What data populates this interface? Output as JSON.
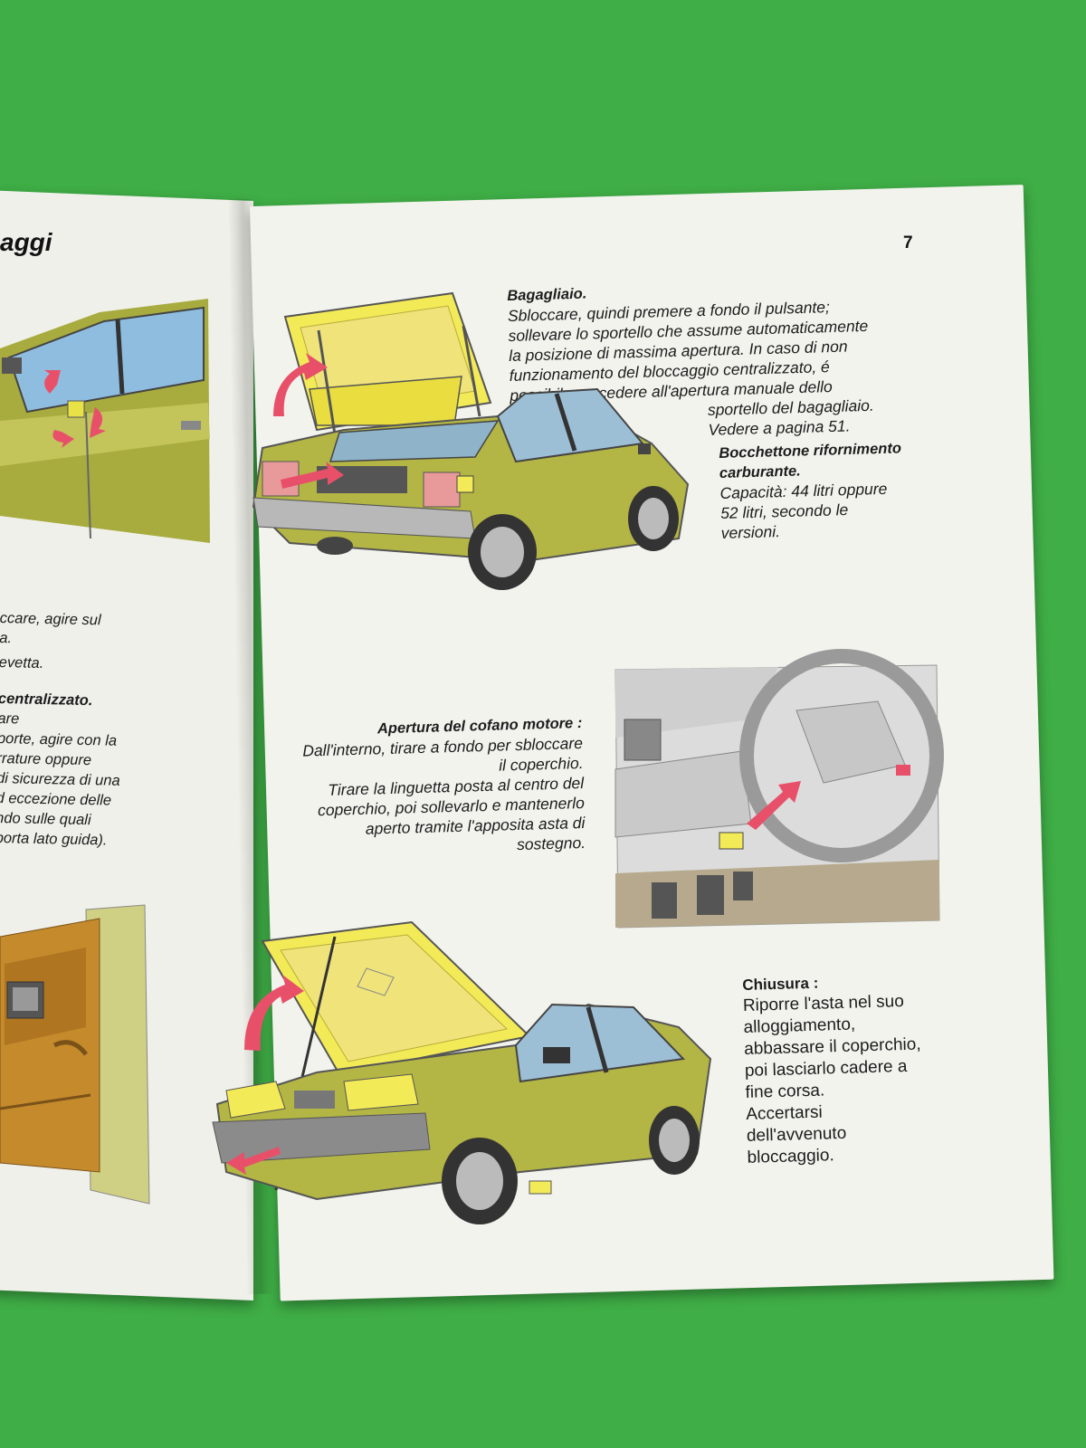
{
  "left_page": {
    "heading_fragment": "aggi",
    "text_lines": [
      "ccare, agire sul",
      "a.",
      "evetta.",
      "centralizzato.",
      "are",
      "porte, agire con la",
      "rrature oppure",
      "di sicurezza di una",
      "d eccezione delle",
      "ndo sulle quali",
      "porta lato guida)."
    ]
  },
  "right_page": {
    "page_number": "7",
    "bagagliaio": {
      "title": "Bagagliaio.",
      "lines": [
        "Sbloccare, quindi premere a fondo il pulsante;",
        "sollevare lo sportello che assume automaticamente",
        "la posizione di massima apertura. In caso di non",
        "funzionamento del bloccaggio centralizzato, é",
        "possibile procedere all'apertura manuale dello",
        "sportello del bagagliaio.",
        "Vedere a pagina 51."
      ]
    },
    "bocchettone": {
      "title_lines": [
        "Bocchettone rifornimento",
        "carburante."
      ],
      "lines": [
        "Capacità: 44 litri oppure",
        "52 litri, secondo le",
        "versioni."
      ]
    },
    "cofano": {
      "title": "Apertura del cofano motore :",
      "lines": [
        "Dall'interno, tirare a fondo per sbloccare",
        "il coperchio.",
        "Tirare la linguetta posta al centro del",
        "coperchio, poi sollevarlo e mantenerlo",
        "aperto tramite l'apposita asta di",
        "sostegno."
      ]
    },
    "chiusura": {
      "title": "Chiusura :",
      "lines": [
        "Riporre l'asta nel suo",
        "alloggiamento,",
        "abbassare il coperchio,",
        "poi lasciarlo cadere a",
        "fine corsa.",
        "Accertarsi",
        "dell'avvenuto",
        "bloccaggio."
      ]
    }
  },
  "colors": {
    "background": "#3fae46",
    "paper": "#f3f3ee",
    "car_body": "#b3b545",
    "hatch_yellow": "#f3ea57",
    "arrow_pink": "#e8506a"
  }
}
